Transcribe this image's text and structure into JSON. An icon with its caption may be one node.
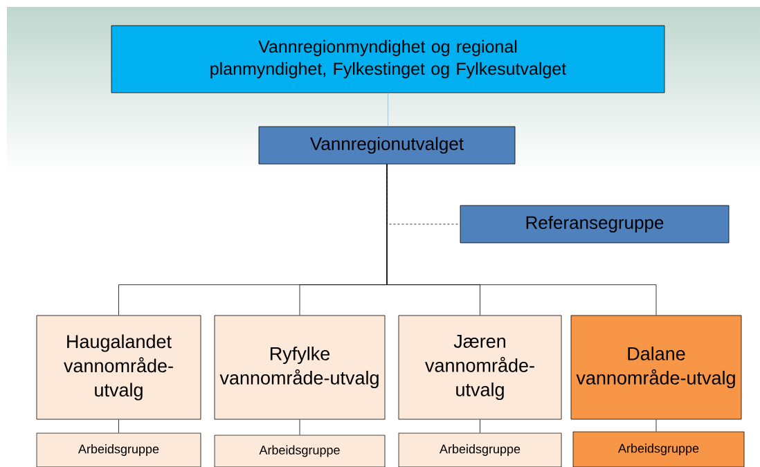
{
  "diagram": {
    "nodes": [
      {
        "text": [
          "Vannregionmyndighet og regional planmyndighet, Fylkestinget og Fylkesutvalget"
        ]
      },
      {
        "text": [
          "Vannregionutvalget"
        ]
      },
      {
        "text": [
          "Referansegruppe"
        ]
      },
      {
        "text": [
          "Haugalandet vannområde-utvalg"
        ]
      },
      {
        "text": [
          "Ryfylke vannområde-utvalg"
        ]
      },
      {
        "text": [
          "Jæren vannområde-utvalg"
        ]
      },
      {
        "text": [
          "Dalane vannområde-utvalg"
        ]
      },
      {
        "text": [
          "Arbeidsgruppe"
        ]
      },
      {
        "text": [
          "Arbeidsgruppe"
        ]
      },
      {
        "text": [
          "Arbeidsgruppe"
        ]
      },
      {
        "text": [
          "Arbeidsgruppe"
        ]
      }
    ],
    "edges": [
      {
        "from": 0,
        "to": 1,
        "arrow": "none",
        "color": "#95b3d7"
      },
      {
        "from": 1,
        "to": 2,
        "arrow": "none",
        "style": "dashed"
      },
      {
        "from": 1,
        "to": 3,
        "arrow": "none"
      },
      {
        "from": 1,
        "to": 4,
        "arrow": "none"
      },
      {
        "from": 1,
        "to": 5,
        "arrow": "none"
      },
      {
        "from": 1,
        "to": 6,
        "arrow": "none"
      },
      {
        "from": 3,
        "to": 7,
        "arrow": "none"
      },
      {
        "from": 4,
        "to": 8,
        "arrow": "none"
      },
      {
        "from": 5,
        "to": 9,
        "arrow": "none"
      },
      {
        "from": 6,
        "to": 10,
        "arrow": "none"
      }
    ]
  }
}
